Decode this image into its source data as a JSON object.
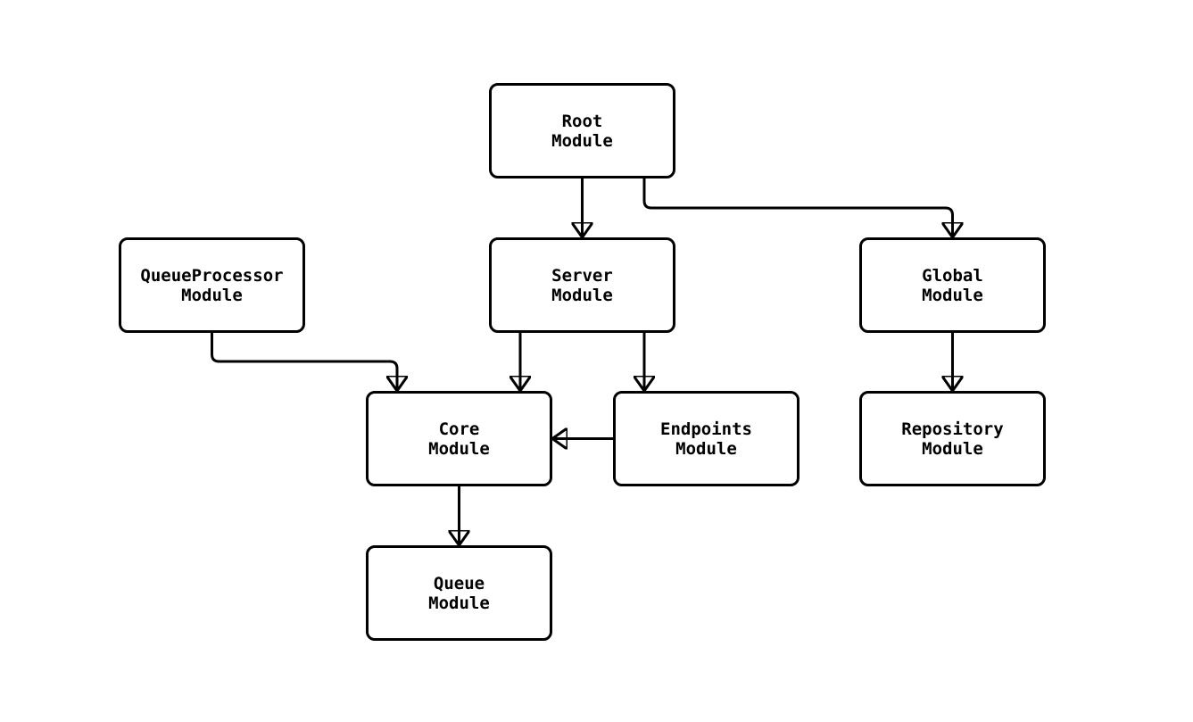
{
  "diagram": {
    "type": "module-dependency-flowchart",
    "background_color": "#ffffff",
    "stroke_color": "#000000",
    "nodes": [
      {
        "id": "root",
        "label": "Root\nModule"
      },
      {
        "id": "queueprocessor",
        "label": "QueueProcessor\nModule"
      },
      {
        "id": "server",
        "label": "Server\nModule"
      },
      {
        "id": "global",
        "label": "Global\nModule"
      },
      {
        "id": "core",
        "label": "Core\nModule"
      },
      {
        "id": "endpoints",
        "label": "Endpoints\nModule"
      },
      {
        "id": "repository",
        "label": "Repository\nModule"
      },
      {
        "id": "queue",
        "label": "Queue\nModule"
      }
    ],
    "edges": [
      {
        "from": "Root Module",
        "to": "Server Module"
      },
      {
        "from": "Root Module",
        "to": "Global Module"
      },
      {
        "from": "QueueProcessor Module",
        "to": "Core Module"
      },
      {
        "from": "Server Module",
        "to": "Core Module"
      },
      {
        "from": "Server Module",
        "to": "Endpoints Module"
      },
      {
        "from": "Endpoints Module",
        "to": "Core Module"
      },
      {
        "from": "Global Module",
        "to": "Repository Module"
      },
      {
        "from": "Core Module",
        "to": "Queue Module"
      }
    ]
  }
}
